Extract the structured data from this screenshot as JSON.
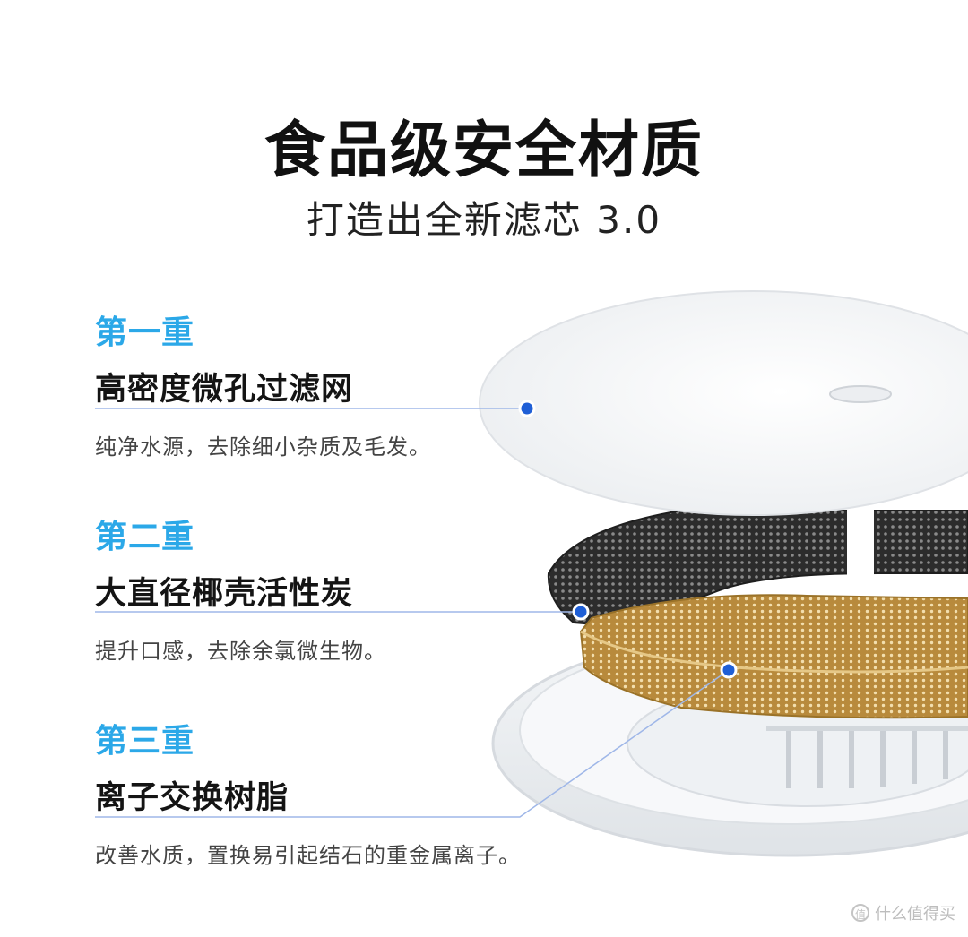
{
  "header": {
    "title": "食品级安全材质",
    "subtitle": "打造出全新滤芯 3.0"
  },
  "layers": [
    {
      "num": "第一重",
      "name": "高密度微孔过滤网",
      "desc": "纯净水源，去除细小杂质及毛发。"
    },
    {
      "num": "第二重",
      "name": "大直径椰壳活性炭",
      "desc": "提升口感，去除余氯微生物。"
    },
    {
      "num": "第三重",
      "name": "离子交换树脂",
      "desc": "改善水质，置换易引起结石的重金属离子。"
    }
  ],
  "watermark": {
    "text": "什么值得买",
    "icon": "zhi-logo-icon"
  },
  "colors": {
    "accent": "#2ba8e8",
    "marker": "#1f5fd6",
    "carbon": "#3a3a3a",
    "resin": "#c9a35a"
  }
}
